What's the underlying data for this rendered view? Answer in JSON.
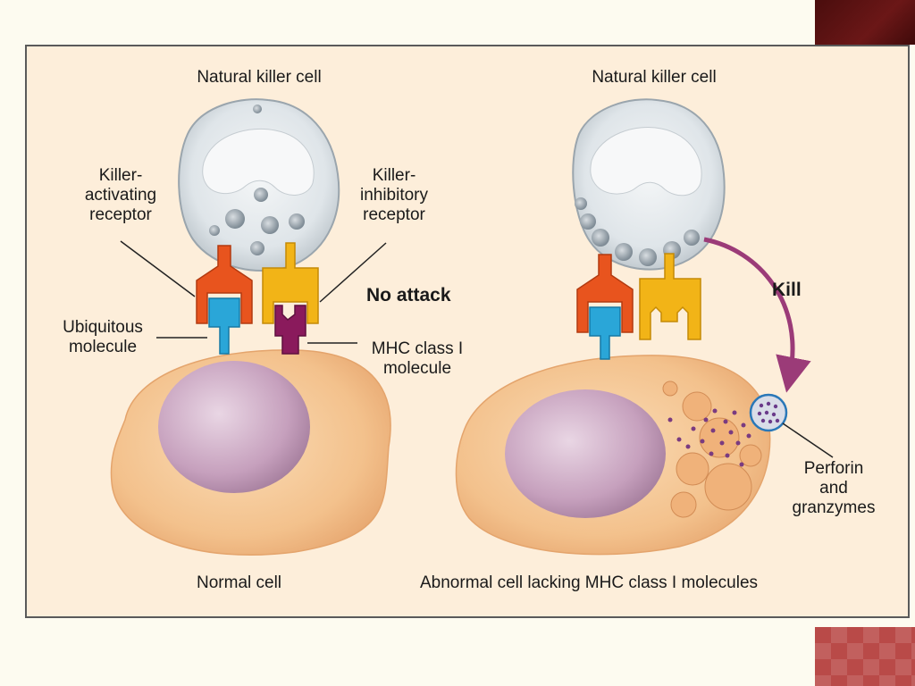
{
  "labels": {
    "nk_left": "Natural killer cell",
    "nk_right": "Natural killer cell",
    "killer_activating": [
      "Killer-",
      "activating",
      "receptor"
    ],
    "killer_inhibitory": [
      "Killer-",
      "inhibitory",
      "receptor"
    ],
    "no_attack": "No attack",
    "ubiquitous": [
      "Ubiquitous",
      "molecule"
    ],
    "mhc": [
      "MHC class I",
      "molecule"
    ],
    "kill": "Kill",
    "perforin": [
      "Perforin",
      "and",
      "granzymes"
    ],
    "normal_cell": "Normal cell",
    "abnormal_cell": "Abnormal cell lacking MHC class I molecules"
  },
  "colors": {
    "activating_receptor": "#e8541e",
    "inhibitory_receptor": "#f2b417",
    "ubiquitous_molecule": "#2aa6d8",
    "mhc_molecule": "#8a1a5c",
    "kill_arrow": "#9b3b78",
    "nk_cell": "#e6ebee",
    "target_cell": "#f6c998",
    "nucleus": "#c9a3c0"
  }
}
